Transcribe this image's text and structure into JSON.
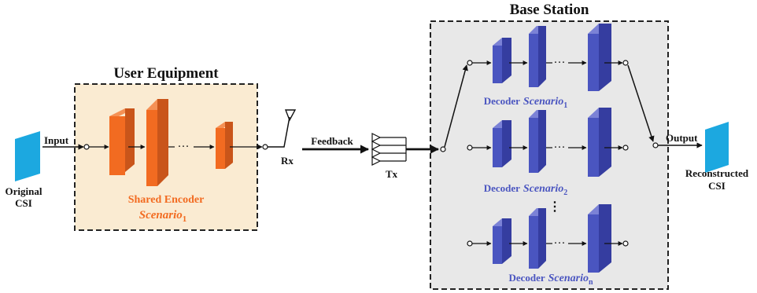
{
  "labels": {
    "user_equipment": "User Equipment",
    "base_station": "Base Station",
    "input": "Input",
    "output": "Output",
    "original_csi_line1": "Original",
    "original_csi_line2": "CSI",
    "reconstructed_csi_line1": "Reconstructed",
    "reconstructed_csi_line2": "CSI",
    "rx": "Rx",
    "tx": "Tx",
    "feedback": "Feedback",
    "shared_encoder": "Shared Encoder",
    "scenario_word": "Scenario",
    "encoder_subscript": "1",
    "decoder_word": "Decoder",
    "decoder_subscripts": [
      "1",
      "2",
      "n"
    ],
    "ellipsis": "···",
    "vertical_ellipsis": "⋮"
  },
  "colors": {
    "encoder": "#F26B21",
    "decoder": "#4A55C0",
    "csi": "#1CA8E0",
    "ue_fill": "#FAEBD2",
    "bs_fill": "#E8E8E8",
    "text": "#111111"
  }
}
